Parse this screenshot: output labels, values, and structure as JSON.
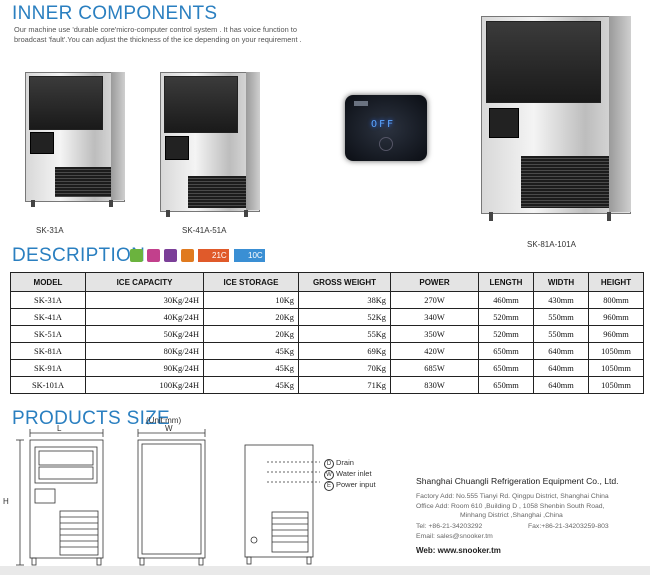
{
  "inner": {
    "title": "INNER COMPONENTS",
    "text": "Our machine use 'durable core'micro-computer control system . It  has voice function to broadcast 'fault'.You can adjust the thickness of the ice depending on your requirement ."
  },
  "machines": [
    {
      "caption": "SK-31A"
    },
    {
      "caption": "SK-41A-51A"
    },
    {
      "caption": "SK-81A-101A"
    }
  ],
  "display": {
    "text": "OFF"
  },
  "description": {
    "title": "DESCRIPTION",
    "temp_hot": "21C",
    "temp_cold": "10C"
  },
  "table": {
    "headers": [
      "MODEL",
      "ICE CAPACITY",
      "ICE STORAGE",
      "GROSS WEIGHT",
      "POWER",
      "LENGTH",
      "WIDTH",
      "HEIGHT"
    ],
    "rows": [
      [
        "SK-31A",
        "30Kg/24H",
        "10Kg",
        "38Kg",
        "270W",
        "460mm",
        "430mm",
        "800mm"
      ],
      [
        "SK-41A",
        "40Kg/24H",
        "20Kg",
        "52Kg",
        "340W",
        "520mm",
        "550mm",
        "960mm"
      ],
      [
        "SK-51A",
        "50Kg/24H",
        "20Kg",
        "55Kg",
        "350W",
        "520mm",
        "550mm",
        "960mm"
      ],
      [
        "SK-81A",
        "80Kg/24H",
        "45Kg",
        "69Kg",
        "420W",
        "650mm",
        "640mm",
        "1050mm"
      ],
      [
        "SK-91A",
        "90Kg/24H",
        "45Kg",
        "70Kg",
        "685W",
        "650mm",
        "640mm",
        "1050mm"
      ],
      [
        "SK-101A",
        "100Kg/24H",
        "45Kg",
        "71Kg",
        "830W",
        "650mm",
        "640mm",
        "1050mm"
      ]
    ]
  },
  "size": {
    "title": "PRODUCTS SIZE",
    "unit": "(Unit:mm)",
    "dim_l": "L",
    "dim_w": "W",
    "dim_h": "H",
    "legend": [
      {
        "mark": "D",
        "label": "Drain"
      },
      {
        "mark": "W",
        "label": "Water inlet"
      },
      {
        "mark": "E",
        "label": "Power input"
      }
    ]
  },
  "company": {
    "name": "Shanghai Chuangli Refrigeration Equipment Co., Ltd.",
    "factory": "Factory Add: No.555 Tianyi Rd. Qingpu District, Shanghai China",
    "office1": "Office Add:  Room 610 ,Building D , 1058 Shenbin South Road,",
    "office2": "Minhang District ,Shanghai ,China",
    "tel": "Tel: +86-21-34203292",
    "fax": "Fax:+86-21-34203259-803",
    "email": "Email: sales@snooker.tm",
    "web": "Web: www.snooker.tm"
  },
  "colors": {
    "accent": "#2a7fc0",
    "header_bg": "#e4e4e4"
  }
}
